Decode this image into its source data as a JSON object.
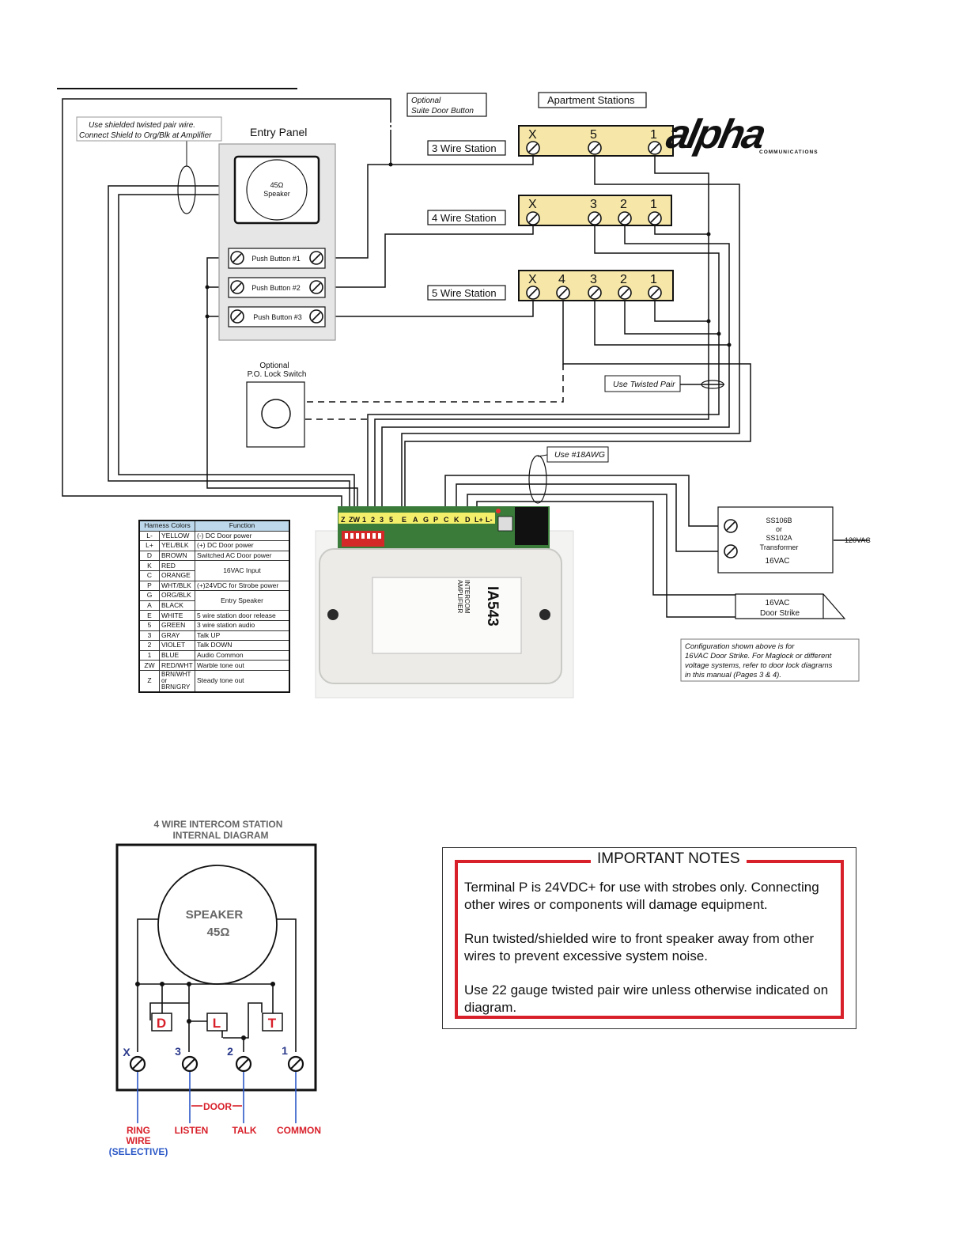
{
  "labels": {
    "optional_suite_button": [
      "Optional",
      "Suite Door Button"
    ],
    "apartment_stations": "Apartment Stations",
    "shield_note": [
      "Use shielded twisted pair wire.",
      "Connect Shield to Org/Blk at Amplifier"
    ],
    "entry_panel": "Entry Panel",
    "speaker": [
      "45Ω",
      "Speaker"
    ],
    "push_buttons": [
      "Push Button #1",
      "Push Button #2",
      "Push Button #3"
    ],
    "station_3wire": "3 Wire Station",
    "station_4wire": "4 Wire Station",
    "station_5wire": "5 Wire Station",
    "terms_3wire": [
      "X",
      "5",
      "1"
    ],
    "terms_4wire": [
      "X",
      "3",
      "2",
      "1"
    ],
    "terms_5wire": [
      "X",
      "4",
      "3",
      "2",
      "1"
    ],
    "po_lock": [
      "Optional",
      "P.O. Lock Switch"
    ],
    "twisted_pair": "Use Twisted Pair",
    "awg18": "Use #18AWG",
    "transformer": [
      "SS106B",
      "or",
      "SS102A",
      "Transformer",
      "16VAC"
    ],
    "vac120": "120VAC",
    "door_strike": [
      "16VAC",
      "Door Strike"
    ],
    "config_note": [
      "Configuration shown above is for",
      "16VAC Door Strike. For  Maglock or different",
      "voltage systems, refer to door lock diagrams",
      "in this manual (Pages 3 & 4)."
    ],
    "terminal_strip": [
      "Z",
      "ZW",
      "1",
      "2",
      "3",
      "5",
      "E",
      "A",
      "G",
      "P",
      "C",
      "K",
      "D",
      "L+",
      "L-"
    ],
    "amp_model": "IA543",
    "amp_name": [
      "INTERCOM",
      "AMPLIFIER"
    ],
    "logo": "alpha",
    "logo_sub": "COMMUNICATIONS"
  },
  "harness": {
    "headers": [
      "Harness Colors",
      "Function"
    ],
    "rows": [
      {
        "code": "L-",
        "color": "YELLOW",
        "function": "(-) DC Door power"
      },
      {
        "code": "L+",
        "color": "YEL/BLK",
        "function": "(+) DC Door power"
      },
      {
        "code": "D",
        "color": "BROWN",
        "function": "Switched AC Door power"
      },
      {
        "code": "K",
        "color": "RED",
        "function": "16VAC Input"
      },
      {
        "code": "C",
        "color": "ORANGE",
        "function": ""
      },
      {
        "code": "P",
        "color": "WHT/BLK",
        "function": "(+)24VDC for Strobe power"
      },
      {
        "code": "G",
        "color": "ORG/BLK",
        "function": "Entry Speaker"
      },
      {
        "code": "A",
        "color": "BLACK",
        "function": ""
      },
      {
        "code": "E",
        "color": "WHITE",
        "function": "5 wire station door release"
      },
      {
        "code": "5",
        "color": "GREEN",
        "function": "3 wire station audio"
      },
      {
        "code": "3",
        "color": "GRAY",
        "function": "Talk UP"
      },
      {
        "code": "2",
        "color": "VIOLET",
        "function": "Talk DOWN"
      },
      {
        "code": "1",
        "color": "BLUE",
        "function": "Audio Common"
      },
      {
        "code": "ZW",
        "color": "RED/WHT",
        "function": "Warble tone out"
      },
      {
        "code": "Z",
        "color": "BRN/WHT or BRN/GRY",
        "function": "Steady tone out"
      }
    ]
  },
  "station_diagram": {
    "title": [
      "4 WIRE INTERCOM STATION",
      "INTERNAL DIAGRAM"
    ],
    "speaker": [
      "SPEAKER",
      "45Ω"
    ],
    "switches": [
      "D",
      "L",
      "T"
    ],
    "terminals": [
      "X",
      "3",
      "2",
      "1"
    ],
    "door": "DOOR",
    "bottom_labels": [
      "RING",
      "WIRE",
      "(SELECTIVE)",
      "LISTEN",
      "TALK",
      "COMMON"
    ]
  },
  "notes": {
    "title": "IMPORTANT NOTES",
    "items": [
      "Terminal P is 24VDC+ for use with strobes only. Connecting other wires or components will damage equipment.",
      "Run twisted/shielded wire to front speaker away from other wires to prevent excessive system noise.",
      "Use 22 gauge twisted pair wire unless otherwise indicated on diagram."
    ]
  },
  "colors": {
    "station_fill": "#f6e7a8",
    "notes_border": "#d8202a",
    "board_green": "#3a7b3a",
    "blue_wire": "#2b58c7",
    "red_label": "#d8202a"
  }
}
